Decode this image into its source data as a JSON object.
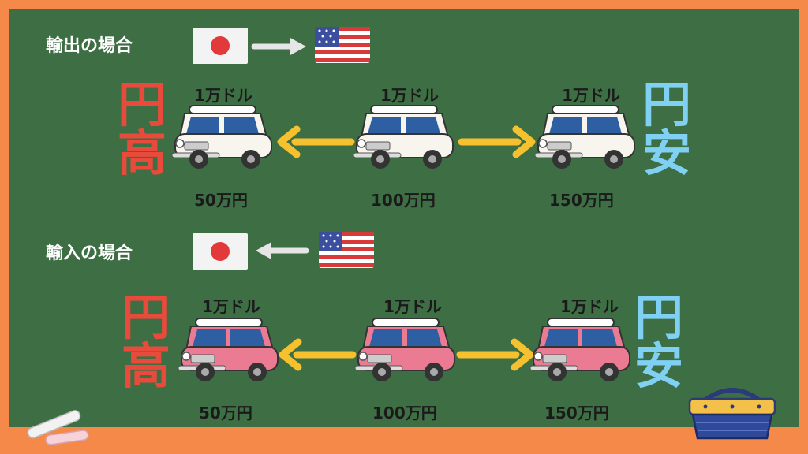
{
  "export": {
    "title": "輸出の場合",
    "prices_usd": [
      "1万ドル",
      "1万ドル",
      "1万ドル"
    ],
    "prices_jpy": [
      "50万円",
      "100万円",
      "150万円"
    ],
    "left_label": [
      "円",
      "高"
    ],
    "right_label": [
      "円",
      "安"
    ]
  },
  "import": {
    "title": "輸入の場合",
    "prices_usd": [
      "1万ドル",
      "1万ドル",
      "1万ドル"
    ],
    "prices_jpy": [
      "50万円",
      "100万円",
      "150万円"
    ],
    "left_label": [
      "円",
      "高"
    ],
    "right_label": [
      "円",
      "安"
    ]
  },
  "colors": {
    "board": "#3e6e43",
    "frame": "#f5894a",
    "yen_strong": "#e84a3c",
    "yen_weak": "#7fd0f2",
    "arrow": "#f6c12e",
    "flag_arrow": "#e6e6e6",
    "car_white": "#f7f5ee",
    "car_pink": "#ea7b93"
  },
  "icons": [
    "japan-flag-icon",
    "usa-flag-icon",
    "car-icon",
    "chalk-icon",
    "basket-icon"
  ]
}
